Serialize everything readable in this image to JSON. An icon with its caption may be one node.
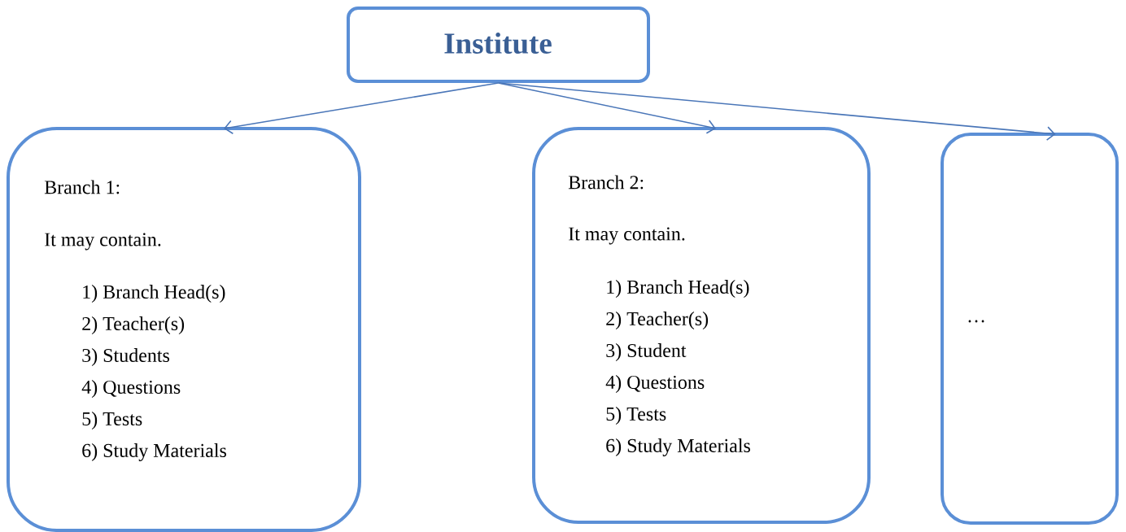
{
  "diagram": {
    "nodes": [
      {
        "text": [
          "Institute"
        ]
      },
      {
        "text": [
          "Branch 1:",
          "It may contain.",
          "1) Branch Head(s)",
          "2) Teacher(s)",
          "3) Students",
          "4) Questions",
          "5) Tests",
          "6) Study Materials"
        ]
      },
      {
        "text": [
          "Branch 2:",
          "It may contain.",
          "1) Branch Head(s)",
          "2) Teacher(s)",
          "3) Student",
          "4) Questions",
          "5) Tests",
          "6) Study Materials"
        ]
      },
      {
        "text": [
          "…"
        ]
      }
    ],
    "edges": [
      {
        "from": 0,
        "to": 1,
        "arrow": "to"
      },
      {
        "from": 0,
        "to": 2,
        "arrow": "to"
      },
      {
        "from": 0,
        "to": 3,
        "arrow": "to"
      }
    ]
  }
}
